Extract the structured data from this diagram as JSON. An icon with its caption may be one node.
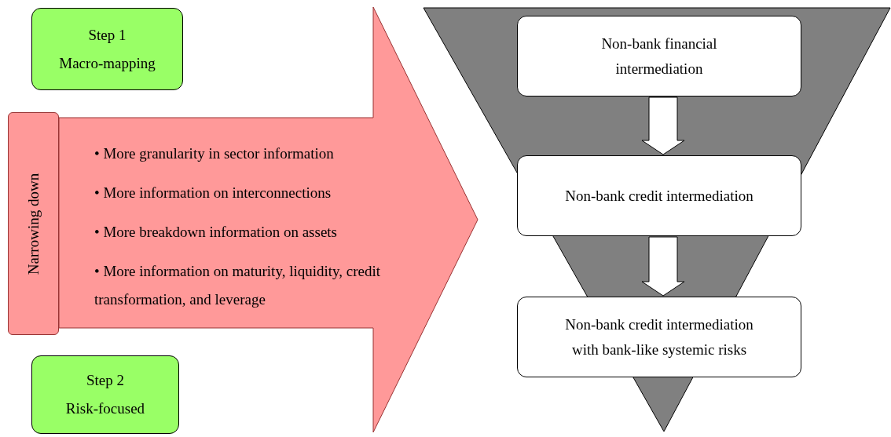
{
  "diagram": {
    "nodes": [
      {
        "text": [
          "Step 1",
          "Macro-mapping"
        ]
      },
      {
        "text": [
          "Narrowing down"
        ]
      },
      {
        "text": [
          "• More granularity in sector information",
          "• More information on interconnections",
          "• More breakdown information on assets",
          "• More information on maturity, liquidity, credit transformation, and leverage"
        ]
      },
      {
        "text": [
          "Step 2",
          "Risk-focused"
        ]
      },
      {
        "text": [],
        "shape": "triangle"
      },
      {
        "text": [
          "Non-bank financial intermediation"
        ],
        "in": 4
      },
      {
        "text": [
          "Non-bank credit intermediation"
        ],
        "in": 4
      },
      {
        "text": [
          "Non-bank credit intermediation with bank-like systemic risks"
        ],
        "in": 4
      }
    ],
    "edges": [
      {
        "from": 5,
        "to": 6,
        "arrow": "to"
      },
      {
        "from": 6,
        "to": 7,
        "arrow": "to"
      }
    ]
  }
}
